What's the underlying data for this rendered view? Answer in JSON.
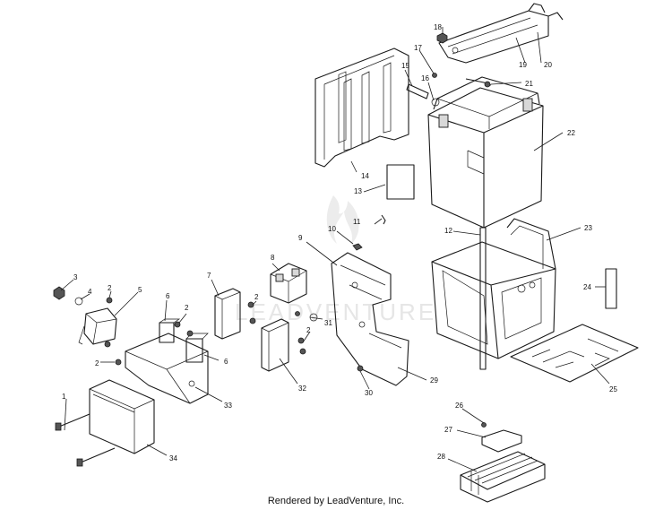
{
  "watermark": "LEADVENTURE",
  "footer": "Rendered by LeadVenture, Inc.",
  "callouts": [
    "1",
    "2",
    "2",
    "2",
    "2",
    "2",
    "3",
    "4",
    "5",
    "6",
    "6",
    "7",
    "8",
    "9",
    "10",
    "11",
    "12",
    "13",
    "14",
    "15",
    "16",
    "17",
    "18",
    "19",
    "20",
    "21",
    "22",
    "23",
    "24",
    "25",
    "26",
    "27",
    "28",
    "29",
    "30",
    "31",
    "32",
    "33",
    "34"
  ]
}
